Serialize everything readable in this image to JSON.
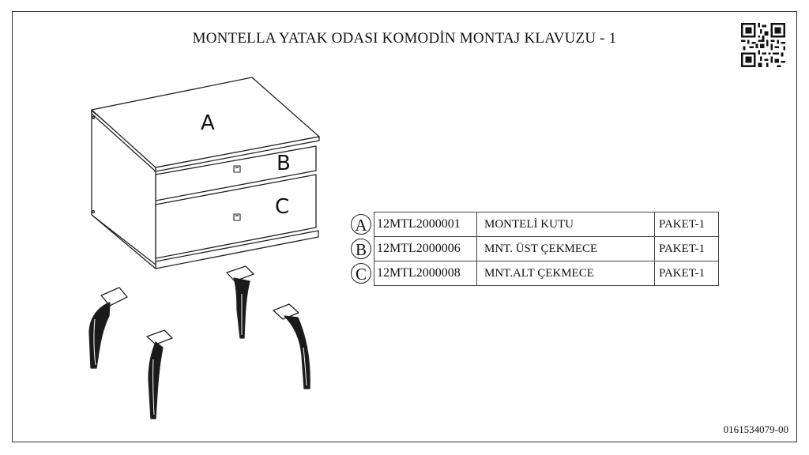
{
  "header": {
    "title": "MONTELLA YATAK ODASI KOMODİN MONTAJ KLAVUZU - 1"
  },
  "drawing": {
    "labels": {
      "top": "A",
      "upper_drawer": "B",
      "lower_drawer": "C"
    }
  },
  "parts": [
    {
      "label": "A",
      "code": "12MTL2000001",
      "name": "MONTELİ KUTU",
      "package": "PAKET-1"
    },
    {
      "label": "B",
      "code": "12MTL2000006",
      "name": "MNT. ÜST ÇEKMECE",
      "package": "PAKET-1"
    },
    {
      "label": "C",
      "code": "12MTL2000008",
      "name": "MNT.ALT ÇEKMECE",
      "package": "PAKET-1"
    }
  ],
  "footer": {
    "document_number": "0161534079-00"
  },
  "icons": {
    "qr": "qr-code-icon"
  }
}
